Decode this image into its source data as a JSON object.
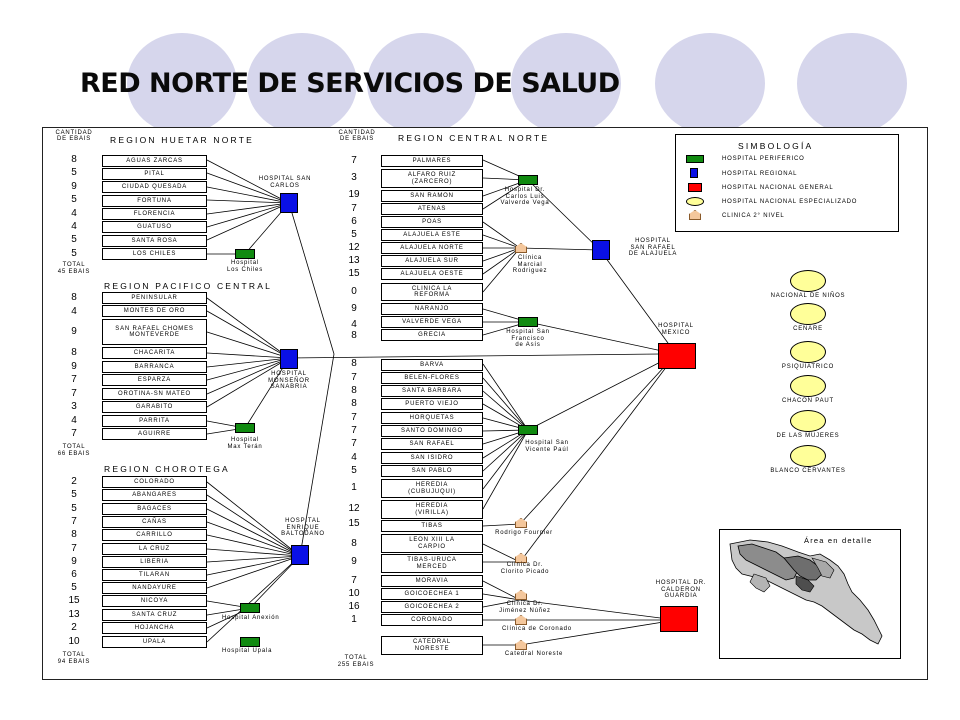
{
  "title": "RED NORTE DE SERVICIOS DE SALUD",
  "headers": {
    "cantidad_left": [
      "CANTIDAD",
      "DE EBAIS"
    ],
    "cantidad_center": [
      "CANTIDAD",
      "DE EBAIS"
    ]
  },
  "regions": [
    {
      "name": "REGION HUETAR NORTE",
      "ebais": [
        "8",
        "5",
        "9",
        "5",
        "4",
        "4",
        "5",
        "5"
      ],
      "areas": [
        "AGUAS ZARCAS",
        "PITAL",
        "CIUDAD QUESADA",
        "FORTUNA",
        "FLORENCIA",
        "GUATUSO",
        "SANTA ROSA",
        "LOS CHILES"
      ],
      "total": [
        "TOTAL",
        "45 EBAIS"
      ]
    },
    {
      "name": "REGION PACIFICO CENTRAL",
      "ebais": [
        "8",
        "4",
        "9",
        "8",
        "9",
        "7",
        "7",
        "3",
        "4",
        "7"
      ],
      "areas": [
        "PENINSULAR",
        "MONTES DE ORO",
        "SAN RAFAEL CHOMES MONTEVERDE",
        "CHACARITA",
        "BARRANCA",
        "ESPARZA",
        "OROTINA-SN MATEO",
        "GARABITO",
        "PARRITA",
        "AGUIRRE"
      ],
      "total": [
        "TOTAL",
        "66 EBAIS"
      ]
    },
    {
      "name": "REGION CHOROTEGA",
      "ebais": [
        "2",
        "5",
        "5",
        "7",
        "8",
        "7",
        "9",
        "6",
        "5",
        "15",
        "13",
        "2",
        "10"
      ],
      "areas": [
        "COLORADO",
        "ABANGARES",
        "BAGACES",
        "CAÑAS",
        "CARRILLO",
        "LA CRUZ",
        "LIBERIA",
        "TILARAN",
        "NANDAYURE",
        "NICOYA",
        "SANTA CRUZ",
        "HOJANCHA",
        "UPALA"
      ],
      "total": [
        "TOTAL",
        "94 EBAIS"
      ]
    },
    {
      "name": "REGION CENTRAL NORTE",
      "ebais": [
        "7",
        "3",
        "19",
        "7",
        "6",
        "5",
        "12",
        "13",
        "15",
        "0",
        "9",
        "4",
        "8",
        "8",
        "7",
        "8",
        "8",
        "7",
        "7",
        "7",
        "4",
        "5",
        "1",
        "12",
        "15",
        "8",
        "9",
        "7",
        "10",
        "16",
        "1"
      ],
      "areas": [
        "PALMARES",
        "ALFARO RUIZ (ZARCERO)",
        "SAN RAMON",
        "ATENAS",
        "POAS",
        "ALAJUELA ESTE",
        "ALAJUELA NORTE",
        "ALAJUELA SUR",
        "ALAJUELA OESTE",
        "CLINICA LA REFORMA",
        "NARANJO",
        "VALVERDE VEGA",
        "GRECIA",
        "BARVA",
        "BELEN-FLORES",
        "SANTA BARBARA",
        "PUERTO VIEJO",
        "HORQUETAS",
        "SANTO DOMINGO",
        "SAN RAFAEL",
        "SAN ISIDRO",
        "SAN PABLO",
        "HEREDIA (CUBUJUQUI)",
        "HEREDIA (VIRILLA)",
        "TIBAS",
        "LEON XIII LA CARPIO",
        "TIBAS-URUCA MERCED",
        "MORAVIA",
        "GOICOECHEA 1",
        "GOICOECHEA 2",
        "CORONADO",
        "CATEDRAL NORESTE"
      ],
      "total": [
        "TOTAL",
        "255 EBAIS"
      ]
    }
  ],
  "facilities": {
    "hosp_san_carlos": [
      "HOSPITAL SAN",
      "CARLOS"
    ],
    "hosp_los_chiles": [
      "Hospital",
      "Los Chiles"
    ],
    "hosp_monsenor": [
      "HOSPITAL",
      "MONSEÑOR",
      "SANABRIA"
    ],
    "hosp_max_teran": [
      "Hospital",
      "Max Terán"
    ],
    "hosp_baltodano": [
      "HOSPITAL",
      "ENRIQUE",
      "BALTODANO"
    ],
    "hosp_anexion": [
      "Hospital Anexión"
    ],
    "hosp_upala": [
      "Hospital Upala"
    ],
    "hosp_valverde_vega": [
      "Hospital Dr.",
      "Carlos Luis",
      "Valverde Vega"
    ],
    "clinica_marcial": [
      "Clínica",
      "Marcial",
      "Rodriguez"
    ],
    "hosp_san_rafael": [
      "HOSPITAL",
      "SAN RAFAEL",
      "DE ALAJUELA"
    ],
    "hosp_san_francisco": [
      "Hospital San",
      "Francisco",
      "de Asís"
    ],
    "hosp_mexico": [
      "HOSPITAL",
      "MEXICO"
    ],
    "hosp_san_vicente": [
      "Hospital San",
      "Vicente Paúl"
    ],
    "clinica_fournier": [
      "Rodrigo Fournier"
    ],
    "clinica_picado": [
      "Clínica Dr.",
      "Clorito Picado"
    ],
    "clinica_jimenez": [
      "Clínica Dr.",
      "Jiménez Núñez"
    ],
    "clinica_coronado": [
      "Clínica de Coronado"
    ],
    "catedral_noreste": [
      "Catedral Noreste"
    ],
    "hosp_calderon": [
      "HOSPITAL DR.",
      "CALDERON",
      "GUARDIA"
    ]
  },
  "legend": {
    "title": "SIMBOLOGÍA",
    "items": [
      "HOSPITAL PERIFERICO",
      "HOSPITAL REGIONAL",
      "HOSPITAL NACIONAL GENERAL",
      "HOSPITAL NACIONAL ESPECIALIZADO",
      "CLINICA 2° NIVEL"
    ]
  },
  "specialized": [
    "NACIONAL DE NIÑOS",
    "CENARE",
    "PSIQUIATRICO",
    "CHACON PAUT",
    "DE LAS MUJERES",
    "BLANCO CERVANTES"
  ],
  "inset": {
    "label": "Área en detalle"
  },
  "colors": {
    "peripheral": "#108a10",
    "regional": "#0a10e6",
    "national": "#ff0000",
    "specialized": "#ffff99",
    "clinic": "#f4c79c",
    "decor": "#d6d6ec"
  }
}
